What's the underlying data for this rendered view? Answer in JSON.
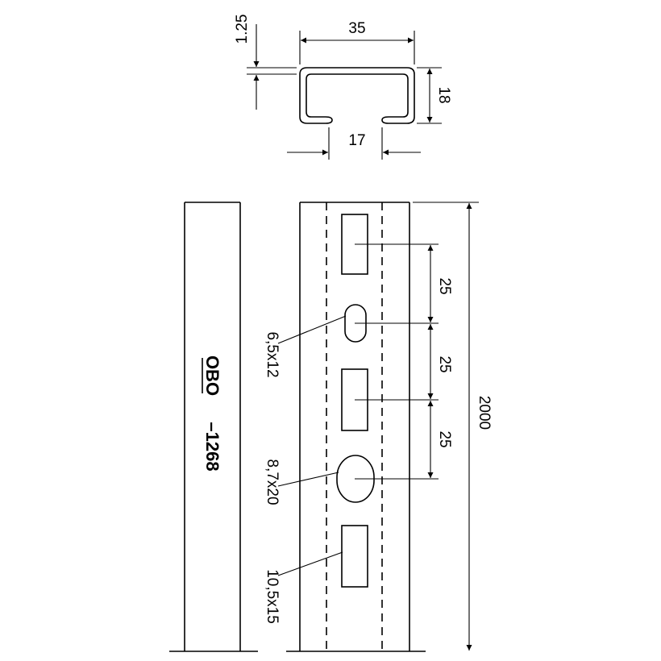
{
  "profile": {
    "width_label": "35",
    "height_label": "18",
    "thickness_label": "1.25",
    "opening_label": "17"
  },
  "front_view": {
    "brand": "OBO",
    "part_number": "–1268"
  },
  "rail": {
    "length_label": "2000",
    "pitch_labels": [
      "25",
      "25",
      "25"
    ],
    "hole_labels": [
      "6,5x12",
      "8,7x20",
      "10,5x15"
    ]
  },
  "colors": {
    "line": "#000000",
    "background": "#ffffff"
  }
}
